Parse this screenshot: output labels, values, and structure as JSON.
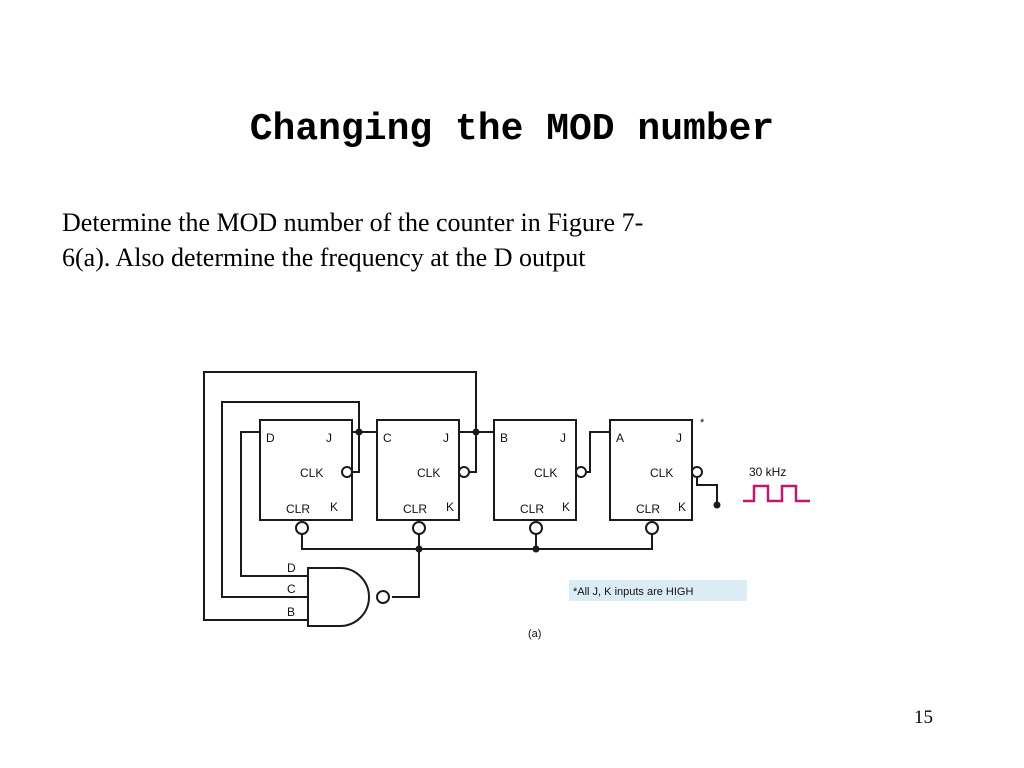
{
  "slide": {
    "title": "Changing the MOD number",
    "paragraph_line1": "Determine the MOD number of the counter in Figure 7-",
    "paragraph_line2": "6(a). Also determine the frequency at the D output",
    "page_number": "15"
  },
  "figure": {
    "flip_flops": [
      {
        "name": "D",
        "j": "J",
        "clk": "CLK",
        "clr": "CLR",
        "k": "K"
      },
      {
        "name": "C",
        "j": "J",
        "clk": "CLK",
        "clr": "CLR",
        "k": "K"
      },
      {
        "name": "B",
        "j": "J",
        "clk": "CLK",
        "clr": "CLR",
        "k": "K"
      },
      {
        "name": "A",
        "j": "J",
        "clk": "CLK",
        "clr": "CLR",
        "k": "K"
      }
    ],
    "asterisk": "*",
    "clock_label": "30 kHz",
    "nand_inputs": [
      "D",
      "C",
      "B"
    ],
    "note": "*All J, K inputs are HIGH",
    "caption": "(a)",
    "colors": {
      "clock_signal": "#c0186e",
      "note_background": "#dcecf5",
      "wire": "#1a1a1a"
    }
  }
}
